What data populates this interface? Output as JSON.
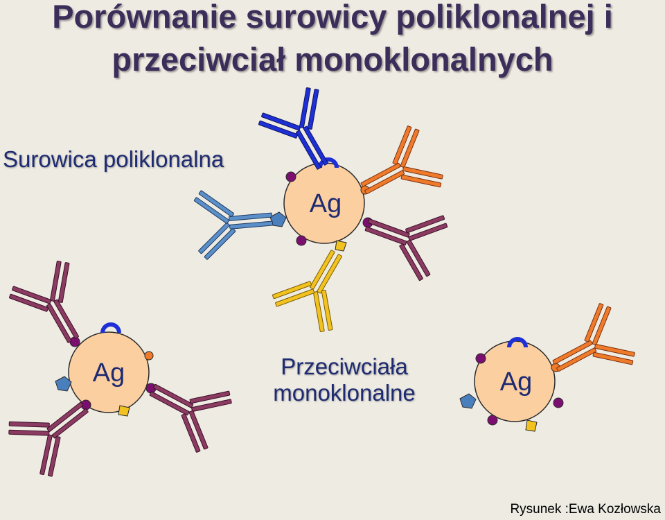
{
  "title": {
    "line1": "Porównanie surowicy poliklonalnej i",
    "line2": "przeciwciał monoklonalnych"
  },
  "labels": {
    "polyclonal": "Surowica poliklonalna",
    "monoclonal_line1": "Przeciwciała",
    "monoclonal_line2": "monoklonalne",
    "credit": "Rysunek :Ewa Kozłowska"
  },
  "antigen": {
    "label": "Ag",
    "fill": "#fbcfa0",
    "stroke": "#2a2a2a"
  },
  "colors": {
    "dark_blue": "#1f2fd6",
    "orange": "#ef7a2a",
    "maroon": "#8b3a62",
    "yellow": "#f2c320",
    "steel_blue": "#5b8fc9",
    "purple": "#7a0f6f",
    "epitope_blue": "#4a7fbd"
  }
}
